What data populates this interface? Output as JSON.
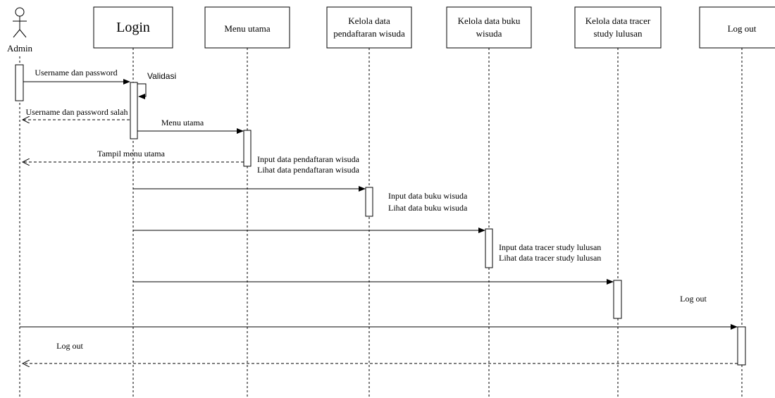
{
  "actor": {
    "label": "Admin"
  },
  "lifelines": {
    "login": {
      "label": "Login"
    },
    "menu": {
      "label": "Menu utama"
    },
    "pendaftaran": {
      "line1": "Kelola data",
      "line2": "pendaftaran wisuda"
    },
    "buku": {
      "line1": "Kelola data buku",
      "line2": "wisuda"
    },
    "tracer": {
      "line1": "Kelola data tracer",
      "line2": "study lulusan"
    },
    "logout": {
      "label": "Log out"
    }
  },
  "messages": {
    "username_password": "Username dan password",
    "validasi": "Validasi",
    "salah": "Username dan password salah",
    "menu_utama": "Menu utama",
    "tampil_menu": "Tampil menu utama",
    "logout_call": "Log out",
    "logout_return": "Log out"
  },
  "notes": {
    "pendaftaran_input": "Input data pendaftaran wisuda",
    "pendaftaran_lihat": "Lihat data pendaftaran wisuda",
    "buku_input": "Input data buku wisuda",
    "buku_lihat": "Lihat data buku wisuda",
    "tracer_input": "Input data tracer study lulusan",
    "tracer_lihat": "Lihat data tracer study lulusan"
  }
}
